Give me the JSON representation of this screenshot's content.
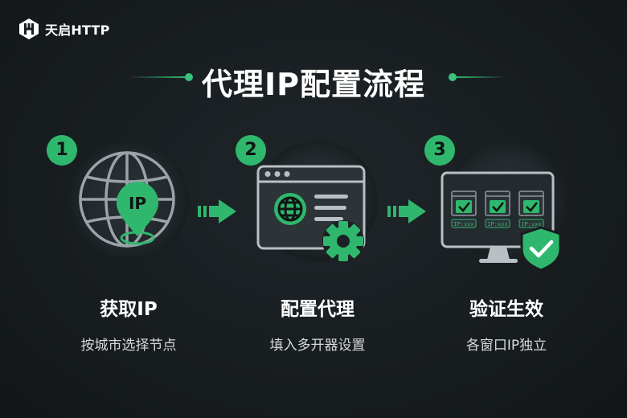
{
  "brand": {
    "name": "天启HTTP",
    "logo_icon": "hexagon-logo-icon"
  },
  "title": "代理IP配置流程",
  "colors": {
    "accent": "#2fb86d",
    "background": "#181d20",
    "text": "#ffffff"
  },
  "steps": [
    {
      "number": "1",
      "title": "获取IP",
      "description": "按城市选择节点",
      "icon": "globe-location-pin-icon",
      "pin_label": "IP"
    },
    {
      "number": "2",
      "title": "配置代理",
      "description": "填入多开器设置",
      "icon": "browser-settings-gear-icon"
    },
    {
      "number": "3",
      "title": "验证生效",
      "description": "各窗口IP独立",
      "icon": "monitor-shield-check-icon",
      "window_labels": [
        "IP:xxx",
        "IP:xxx",
        "IP:xxx"
      ]
    }
  ]
}
